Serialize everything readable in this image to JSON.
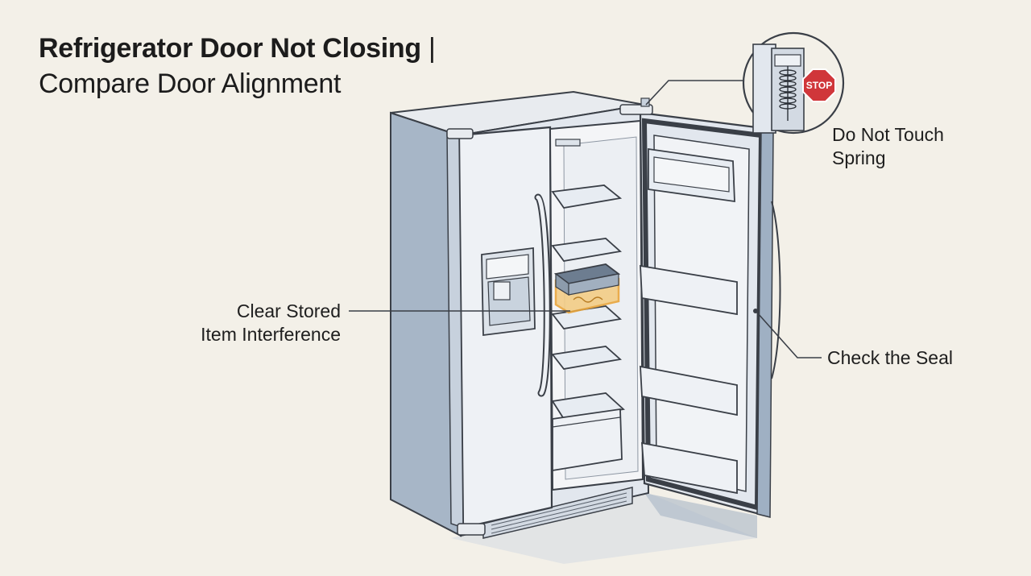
{
  "title": {
    "bold": "Refrigerator Door Not Closing",
    "separator": " |",
    "subtitle": "Compare Door Alignment"
  },
  "callouts": {
    "stored_items": {
      "line1": "Clear Stored",
      "line2": "Item Interference"
    },
    "spring": {
      "line1": "Do Not Touch",
      "line2": "Spring"
    },
    "seal": "Check the Seal"
  },
  "stop_sign": "STOP",
  "colors": {
    "background": "#f3f0e8",
    "fridge_body": "#dfe5ec",
    "fridge_shadow": "#9fb0c3",
    "outline": "#3a3f47",
    "highlight": "#e9a53b",
    "stop": "#d0363a"
  }
}
